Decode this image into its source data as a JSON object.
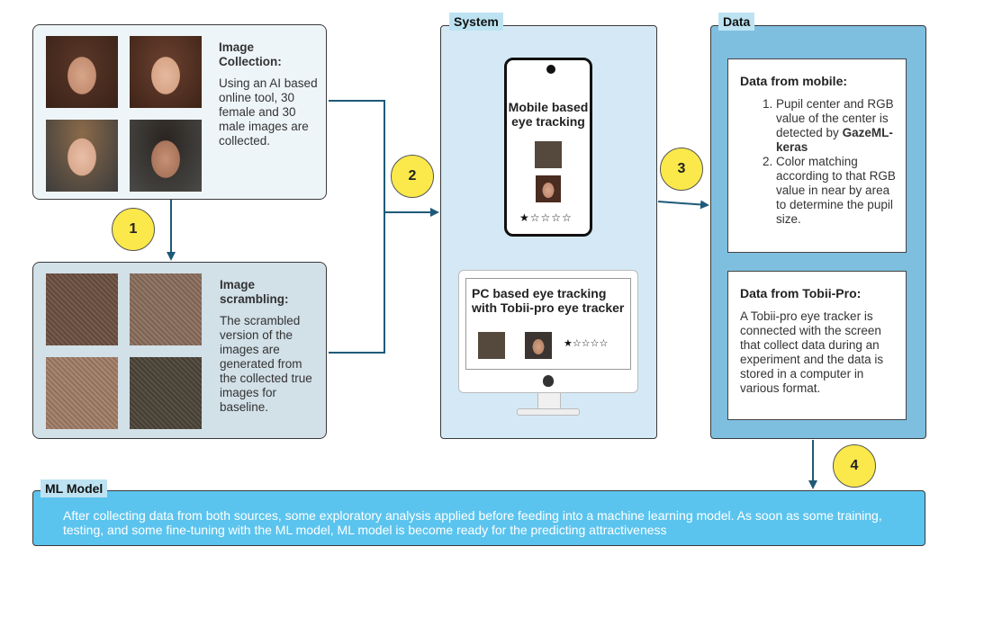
{
  "collection": {
    "title": "Image Collection:",
    "text": "Using an AI based online tool, 30 female and 30 male images are collected."
  },
  "scrambling": {
    "title": "Image scrambling:",
    "text": "The scrambled version of the images are generated from the collected true images for baseline."
  },
  "system": {
    "tab": "System",
    "mobile_title": "Mobile based eye tracking",
    "pc_title": "PC based eye tracking with Tobii-pro eye tracker",
    "rating_stars": "★☆☆☆☆"
  },
  "data": {
    "tab": "Data",
    "mobile_title": "Data from mobile:",
    "mobile_item1_prefix": "Pupil center and RGB value of the center is detected by ",
    "mobile_item1_bold": "GazeML-keras",
    "mobile_item2": "Color matching according to that RGB value in near by area to determine the pupil size.",
    "tobii_title": "Data from Tobii-Pro:",
    "tobii_text": "A Tobii-pro eye tracker is connected with the screen that collect data during an experiment and the data is stored in a computer in various format."
  },
  "ml": {
    "tab": "ML Model",
    "text": "After collecting data from both sources, some exploratory analysis applied before feeding into a machine learning model. As soon as some training, testing, and some fine-tuning with the ML model, ML model is become ready for the predicting attractiveness"
  },
  "steps": [
    "1",
    "2",
    "3",
    "4"
  ],
  "colors": {
    "arrow": "#1e5a78",
    "step_circle": "#fbe84a",
    "system_bg": "#d4e9f5",
    "data_bg": "#7ebfdf",
    "ml_bg": "#5bc4ee"
  }
}
